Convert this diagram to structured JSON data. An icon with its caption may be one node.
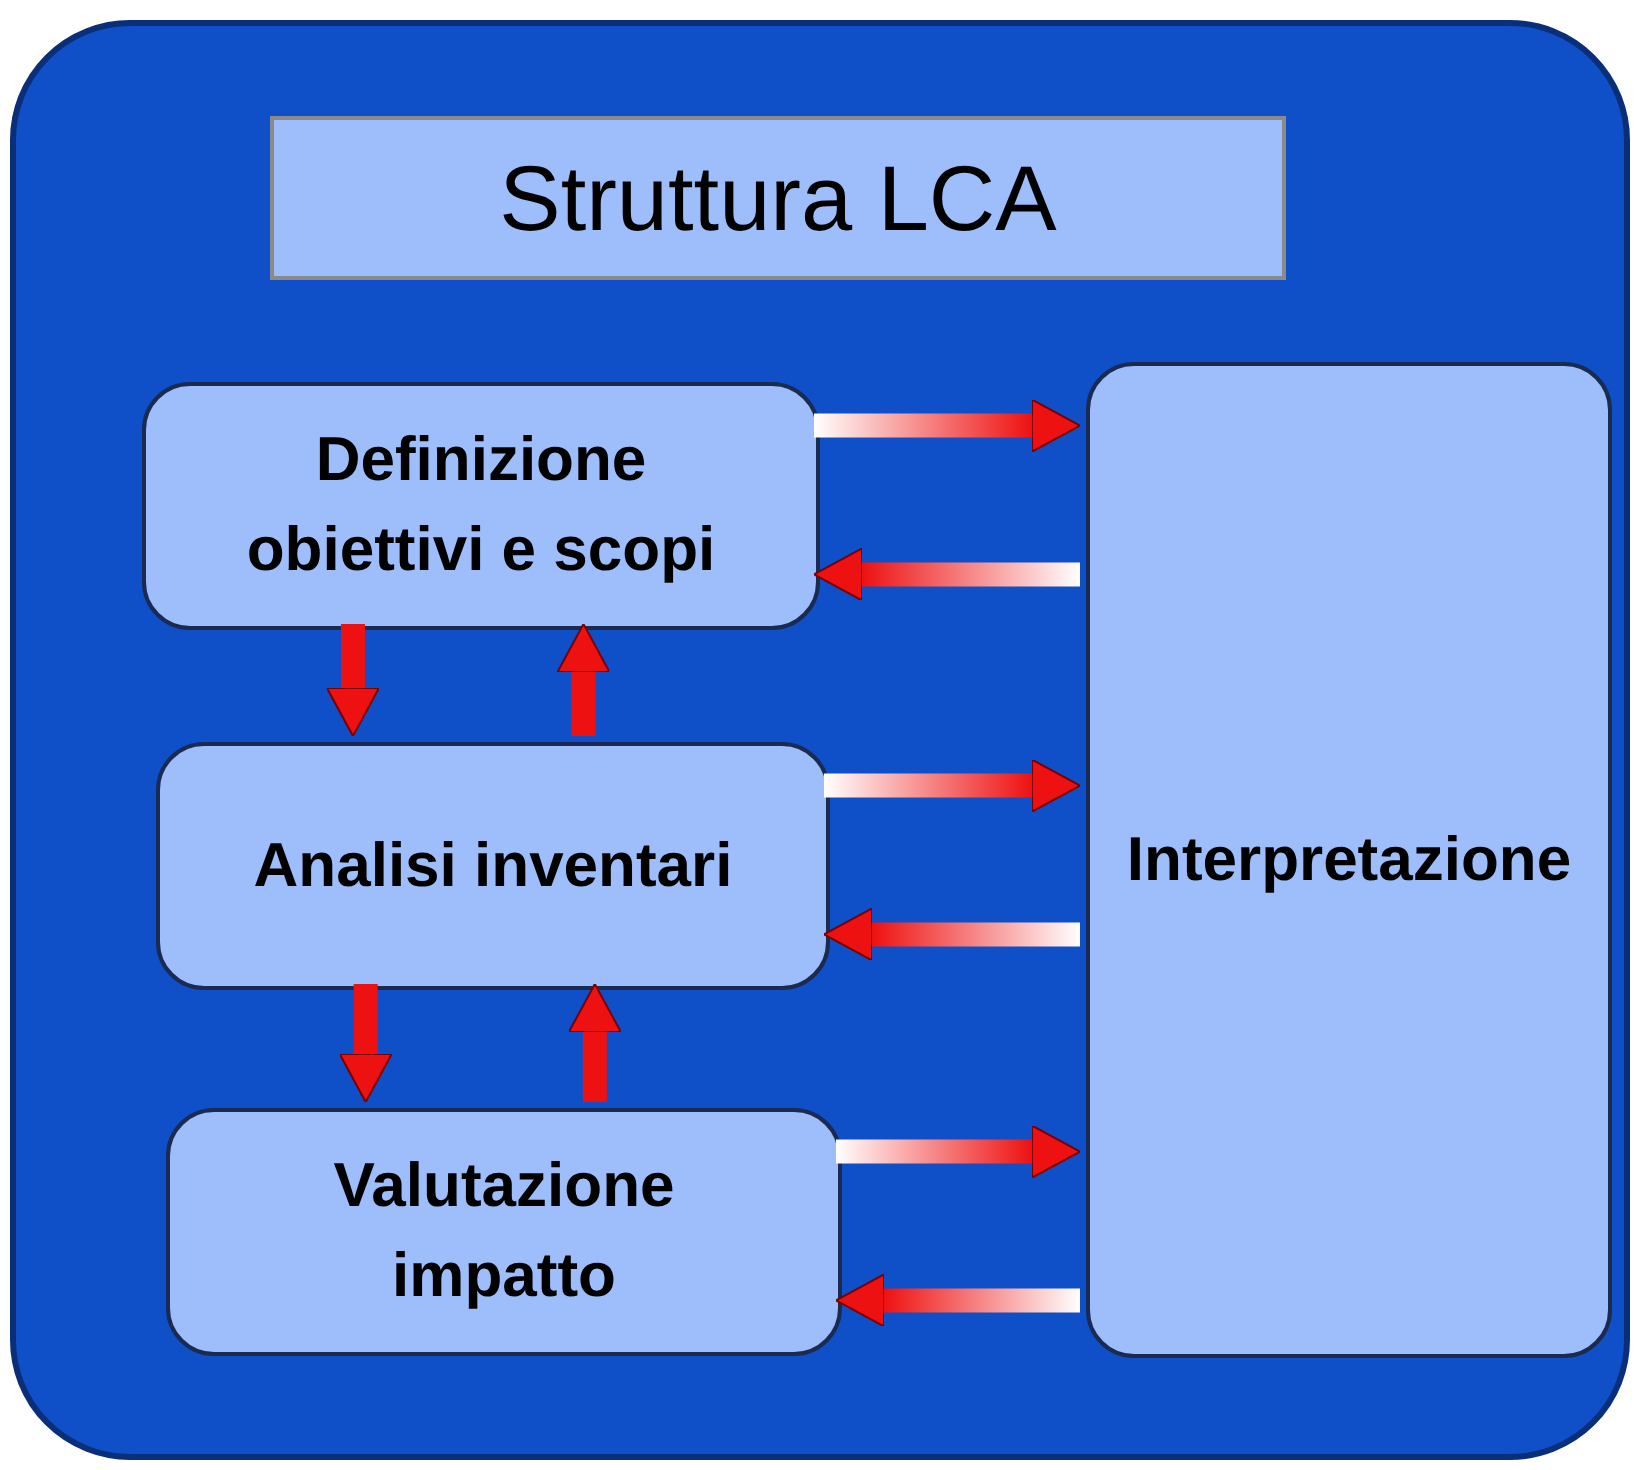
{
  "diagram": {
    "nodes": [
      {
        "text": [],
        "shape": "box"
      },
      {
        "text": [
          "Struttura LCA"
        ],
        "in": 0
      },
      {
        "text": [
          "Definizione obiettivi e scopi"
        ],
        "in": 0
      },
      {
        "text": [
          "Analisi inventari"
        ],
        "in": 0
      },
      {
        "text": [
          "Valutazione impatto"
        ],
        "in": 0
      },
      {
        "text": [
          "Interpretazione"
        ],
        "in": 0
      }
    ],
    "edges": [
      {
        "from": 2,
        "to": 5,
        "arrow": "to"
      },
      {
        "from": 5,
        "to": 2,
        "arrow": "to"
      },
      {
        "from": 2,
        "to": 3,
        "arrow": "to"
      },
      {
        "from": 3,
        "to": 2,
        "arrow": "to"
      },
      {
        "from": 3,
        "to": 5,
        "arrow": "to"
      },
      {
        "from": 5,
        "to": 3,
        "arrow": "to"
      },
      {
        "from": 3,
        "to": 4,
        "arrow": "to"
      },
      {
        "from": 4,
        "to": 3,
        "arrow": "to"
      },
      {
        "from": 4,
        "to": 5,
        "arrow": "to"
      },
      {
        "from": 5,
        "to": 4,
        "arrow": "to"
      }
    ]
  }
}
